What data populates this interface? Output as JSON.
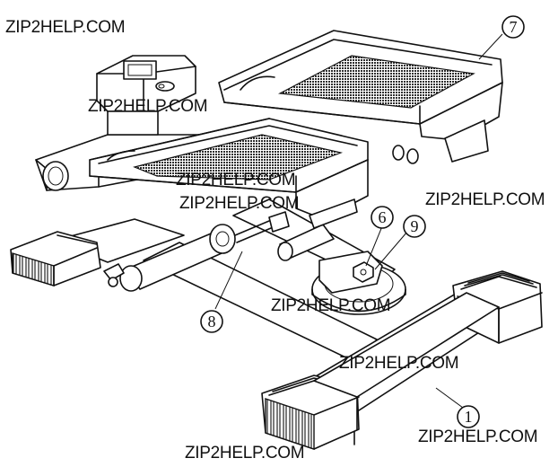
{
  "watermark_text": "ZIP2HELP.COM",
  "callouts": {
    "c1": "1",
    "c6": "6",
    "c7": "7",
    "c8": "8",
    "c9": "9"
  },
  "colors": {
    "line": "#111111",
    "background": "#ffffff",
    "tread": "#3a3a3a"
  }
}
